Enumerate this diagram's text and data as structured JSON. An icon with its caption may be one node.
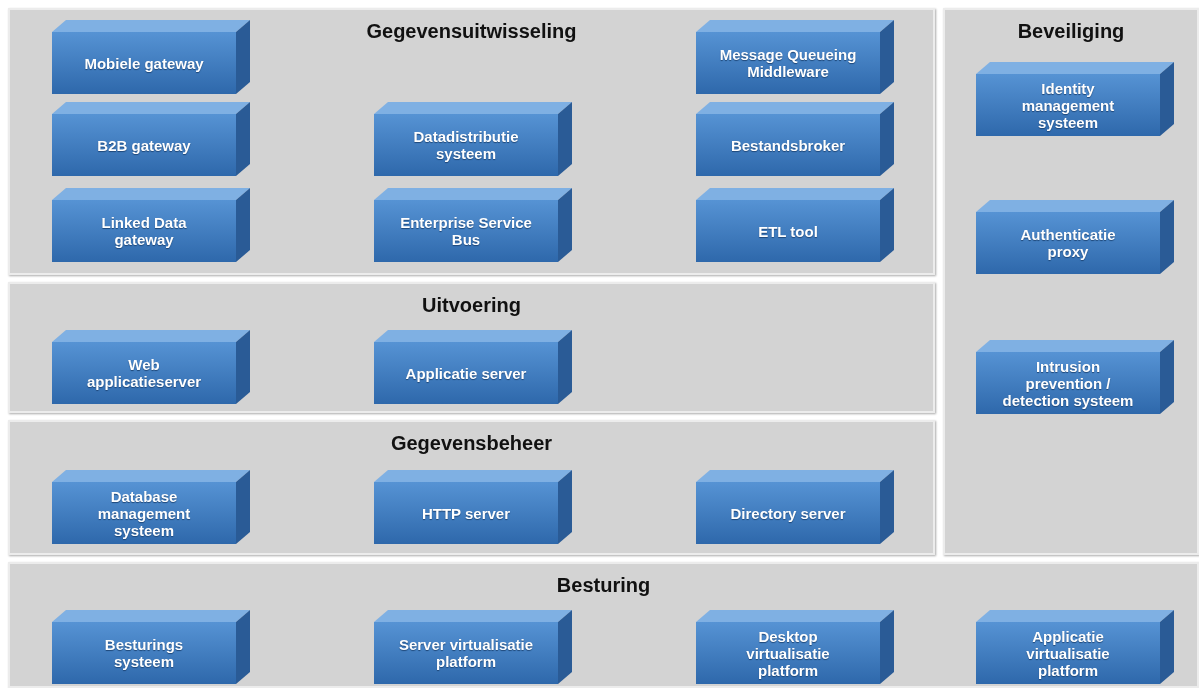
{
  "diagram": {
    "nodes": [
      {
        "text": [
          "Gegevensuitwisseling"
        ]
      },
      {
        "text": [
          "Mobiele gateway"
        ],
        "in": 0
      },
      {
        "text": [
          "Message Queueing Middleware"
        ],
        "in": 0
      },
      {
        "text": [
          "B2B gateway"
        ],
        "in": 0
      },
      {
        "text": [
          "Datadistributie systeem"
        ],
        "in": 0
      },
      {
        "text": [
          "Bestandsbroker"
        ],
        "in": 0
      },
      {
        "text": [
          "Linked Data gateway"
        ],
        "in": 0
      },
      {
        "text": [
          "Enterprise Service Bus"
        ],
        "in": 0
      },
      {
        "text": [
          "ETL tool"
        ],
        "in": 0
      },
      {
        "text": [
          "Beveiliging"
        ]
      },
      {
        "text": [
          "Identity management systeem"
        ],
        "in": 9
      },
      {
        "text": [
          "Authenticatie proxy"
        ],
        "in": 9
      },
      {
        "text": [
          "Intrusion prevention / detection systeem"
        ],
        "in": 9
      },
      {
        "text": [
          "Uitvoering"
        ]
      },
      {
        "text": [
          "Web applicatieserver"
        ],
        "in": 13
      },
      {
        "text": [
          "Applicatie server"
        ],
        "in": 13
      },
      {
        "text": [
          "Gegevensbeheer"
        ]
      },
      {
        "text": [
          "Database management systeem"
        ],
        "in": 16
      },
      {
        "text": [
          "HTTP server"
        ],
        "in": 16
      },
      {
        "text": [
          "Directory server"
        ],
        "in": 16
      },
      {
        "text": [
          "Besturing"
        ]
      },
      {
        "text": [
          "Besturings systeem"
        ],
        "in": 20
      },
      {
        "text": [
          "Server virtualisatie platform"
        ],
        "in": 20
      },
      {
        "text": [
          "Desktop virtualisatie platform"
        ],
        "in": 20
      },
      {
        "text": [
          "Applicatie virtualisatie platform"
        ],
        "in": 20
      }
    ]
  }
}
